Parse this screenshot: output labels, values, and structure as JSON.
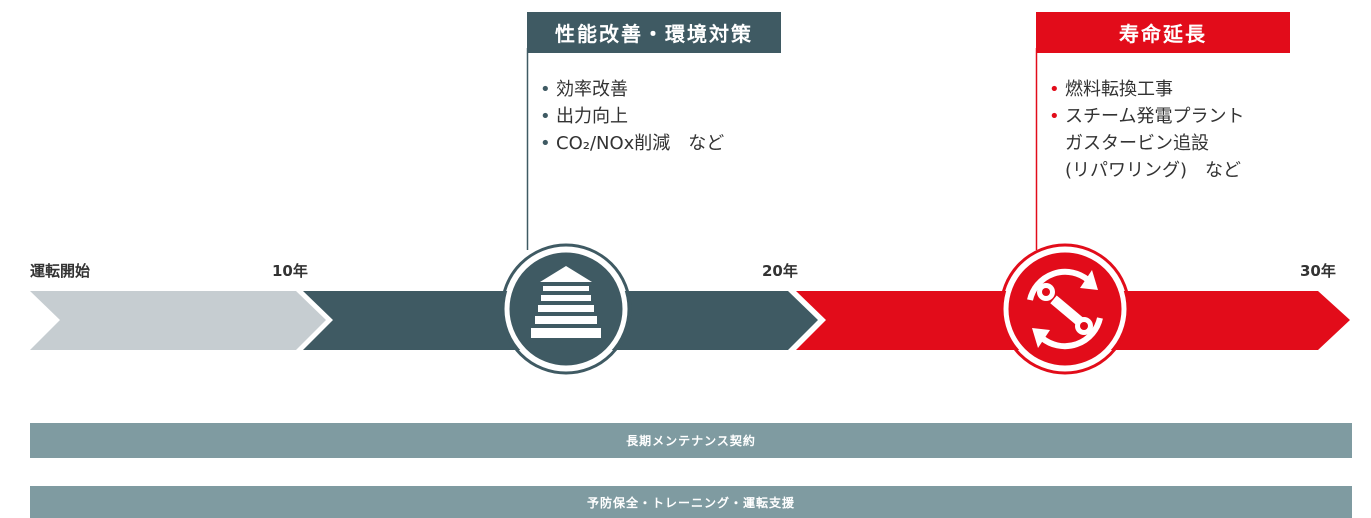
{
  "colors": {
    "grey_arrow": "#c6cdd1",
    "dark_arrow": "#3f5a63",
    "red_arrow": "#e20c1a",
    "bar": "#7f9ba1"
  },
  "stages": [
    {
      "label": "運転開始"
    },
    {
      "label": "10年"
    },
    {
      "label": "20年"
    },
    {
      "label": "30年"
    }
  ],
  "performance": {
    "title": "性能改善・環境対策",
    "bullets": [
      {
        "text": "効率改善"
      },
      {
        "text": "出力向上"
      },
      {
        "text": "CO₂/NOx削減　など"
      }
    ],
    "icon": "arrow-up-layers-icon"
  },
  "life_extension": {
    "title": "寿命延長",
    "bullets": [
      {
        "text": "燃料転換工事"
      },
      {
        "text": "スチーム発電プラント",
        "cont1": "ガスタービン追設",
        "cont2": "(リパワリング)　など"
      }
    ],
    "icon": "wrench-cycle-icon"
  },
  "bars": [
    {
      "label": "長期メンテナンス契約"
    },
    {
      "label": "予防保全・トレーニング・運転支援"
    }
  ]
}
